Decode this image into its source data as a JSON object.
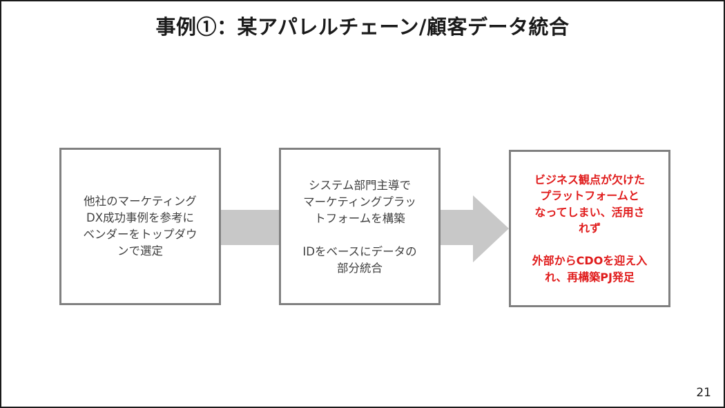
{
  "slide": {
    "title": "事例①：某アパレルチェーン/顧客データ統合",
    "steps": [
      {
        "text": "他社のマーケティング\nDX成功事例を参考に\nベンダーをトップダウ\nンで選定"
      },
      {
        "text": "システム部門主導で\nマーケティングプラッ\nトフォームを構築\n\nIDをベースにデータの\n部分統合"
      },
      {
        "text": "ビジネス観点が欠けた\nプラットフォームと\nなってしまい、活用さ\nれず\n\n外部からCDOを迎え入\nれ、再構築PJ発足"
      }
    ],
    "page_number": "21"
  },
  "colors": {
    "arrow": "#c8c8c8",
    "box_border": "#808080",
    "highlight_text": "#e01b1b",
    "body_text": "#404040"
  }
}
